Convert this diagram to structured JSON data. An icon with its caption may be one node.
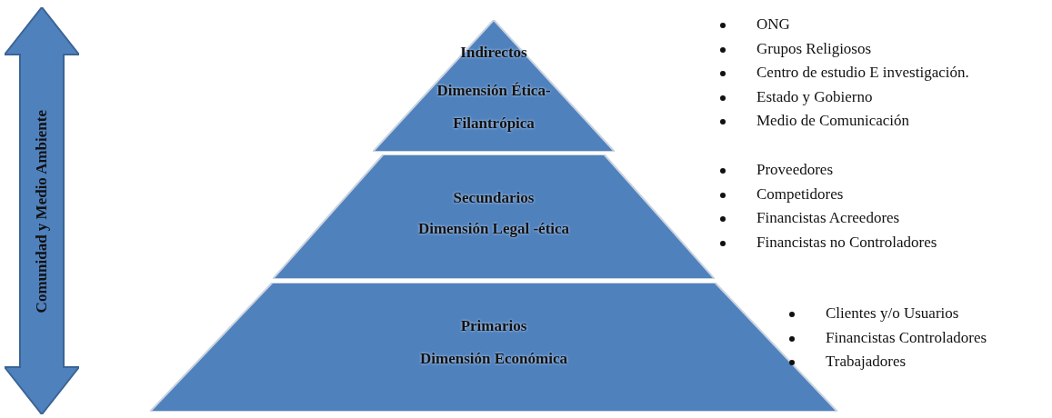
{
  "diagram": {
    "nodes": [
      {
        "text": [
          "Comunidad y Medio Ambiente"
        ]
      },
      {
        "text": [
          "Indirectos",
          "Dimensión Ética- Filantrópica"
        ],
        "beside": [
          "ONG",
          "Grupos Religiosos",
          "Centro de estudio E investigación.",
          "Estado y Gobierno",
          "Medio de Comunicación"
        ]
      },
      {
        "text": [
          "Secundarios",
          "Dimensión Legal -ética"
        ],
        "beside": [
          "Proveedores",
          "Competidores",
          "Financistas Acreedores",
          "Financistas no Controladores"
        ]
      },
      {
        "text": [
          "Primarios",
          "Dimensión Económica"
        ],
        "beside": [
          "Clientes y/o Usuarios",
          "Financistas Controladores",
          "Trabajadores"
        ]
      }
    ]
  }
}
